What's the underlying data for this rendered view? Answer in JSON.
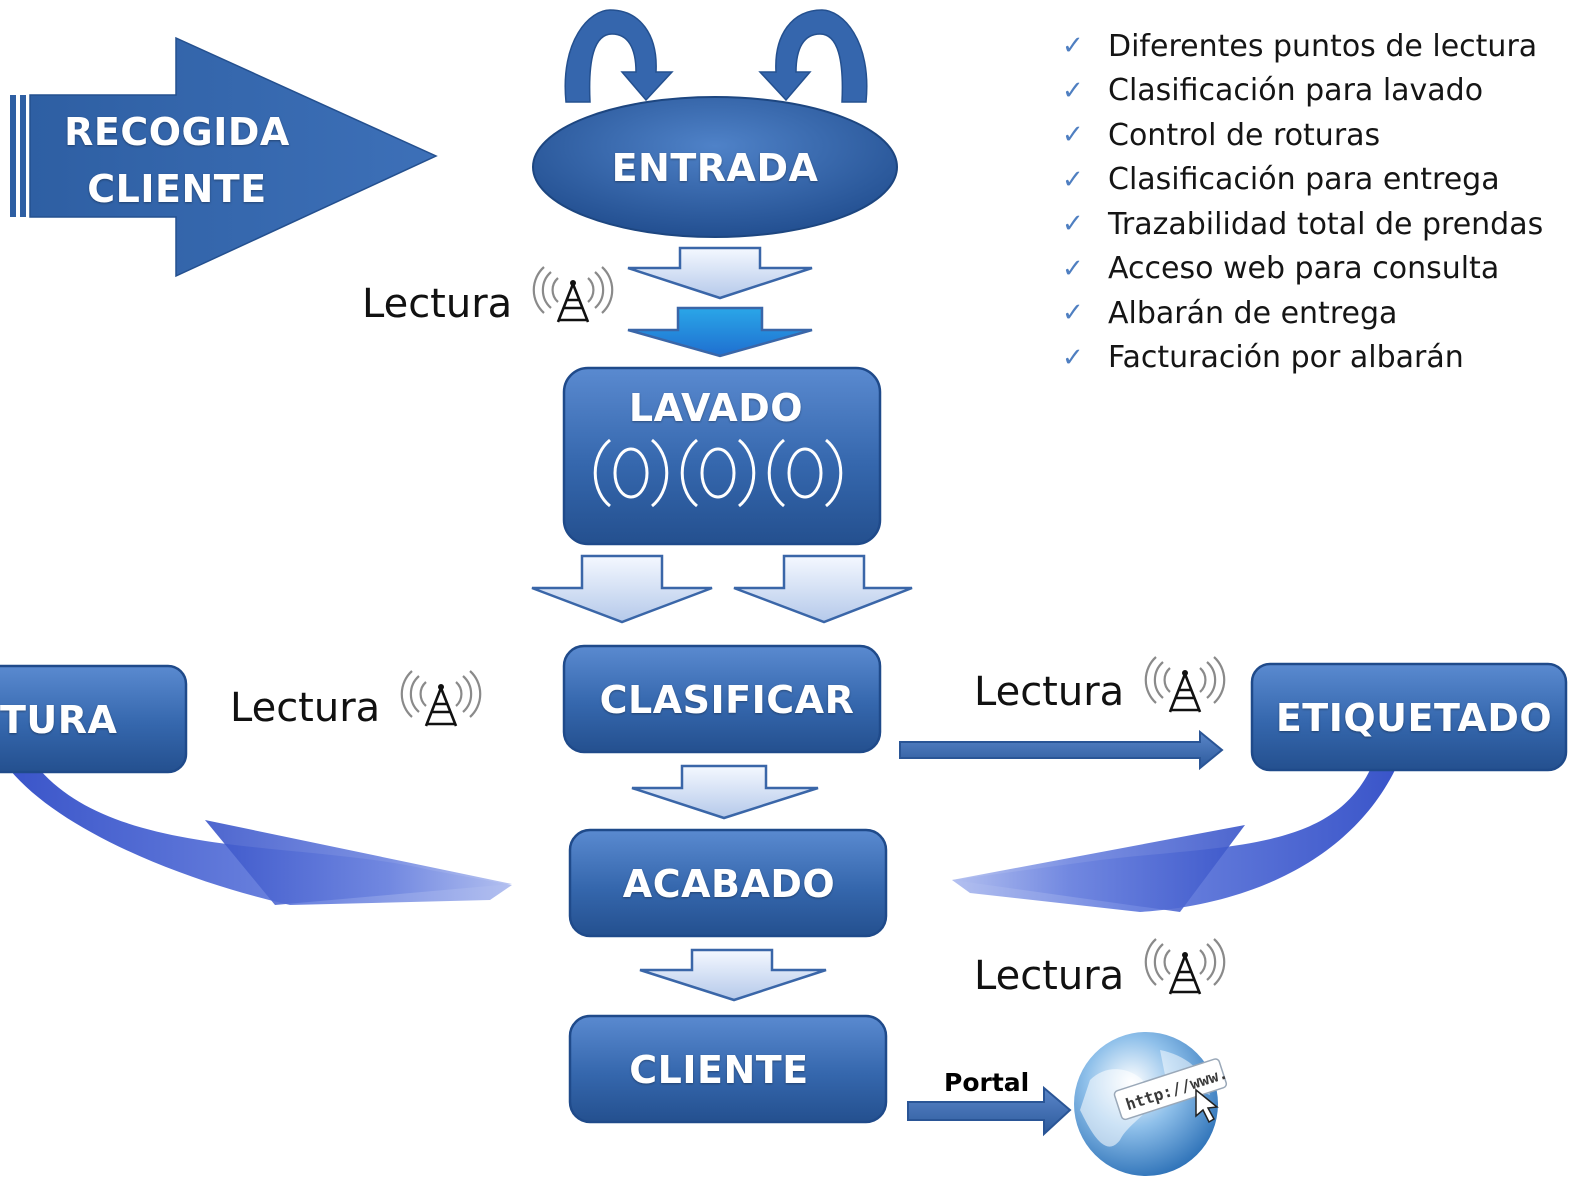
{
  "nodes": {
    "recogida": "RECOGIDA\nCLIENTE",
    "entrada": "ENTRADA",
    "lavado": "LAVADO",
    "clasificar": "CLASIFICAR",
    "acabado": "ACABADO",
    "cliente": "CLIENTE",
    "etiquetado": "ETIQUETADO",
    "left_partial": "TURA"
  },
  "reading_label": "Lectura",
  "portal_label": "Portal",
  "globe_text": "http://www.",
  "features": [
    "Diferentes puntos de lectura",
    "Clasificación para lavado",
    "Control de roturas",
    "Clasificación para entrega",
    "Trazabilidad total de prendas",
    "Acceso web para consulta",
    "Albarán de entrega",
    "Facturación por albarán"
  ],
  "check_glyph": "✓",
  "colors": {
    "node_blue": "#3b6cb0",
    "node_dark": "#1f4a8a",
    "arrow_light": "#c8d8f0",
    "arrow_border": "#3a66a8",
    "sweep_blue": "#4a6bd8",
    "check_blue": "#4f7fc1"
  }
}
